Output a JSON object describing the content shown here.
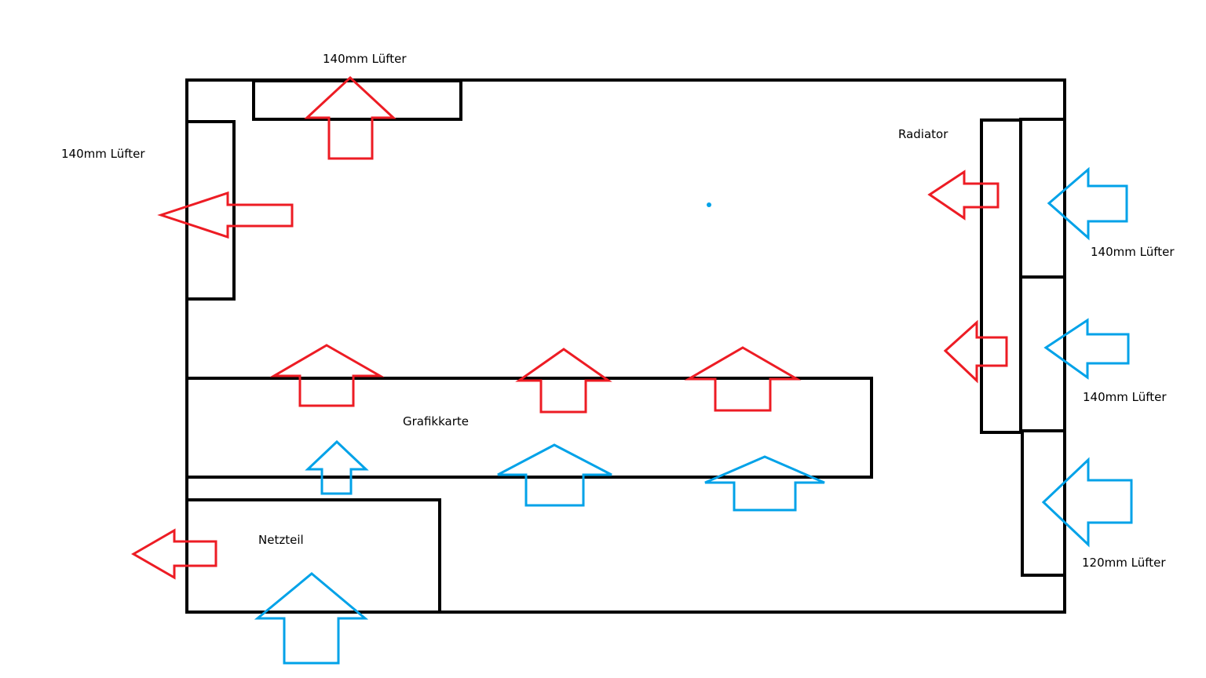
{
  "labels": {
    "top_fan": "140mm Lüfter",
    "left_fan": "140mm Lüfter",
    "radiator": "Radiator",
    "right_fan_1": "140mm Lüfter",
    "right_fan_2": "140mm Lüfter",
    "right_fan_3": "120mm Lüfter",
    "gpu": "Grafikkarte",
    "psu": "Netzteil"
  },
  "colors": {
    "exhaust": "#ED1C24",
    "intake": "#00A2E8",
    "outline": "#000000"
  }
}
